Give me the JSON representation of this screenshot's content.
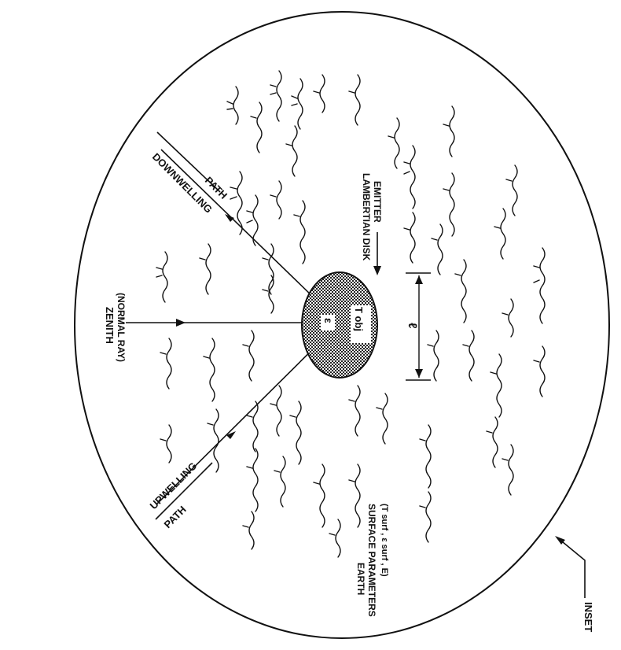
{
  "labels": {
    "downwelling": "DOWNWELLING",
    "downwelling_path": "PATH",
    "zenith": "ZENITH",
    "normal_ray": "(NORMAL RAY)",
    "upwelling": "UPWELLING",
    "upwelling_path": "PATH",
    "lambertian": "LAMBERTIAN DISK",
    "emitter": "EMITTER",
    "earth": "EARTH",
    "surface_parameters": "SURFACE PARAMETERS",
    "surface_params_formula": "(T surf , ε surf , E)",
    "inset": "INSET",
    "epsilon": "ε",
    "t_obj": "T obj",
    "diameter": "ℓ"
  },
  "colors": {
    "ink": "#111111",
    "disk_fill": "#b8b8b8",
    "background": "#ffffff"
  }
}
